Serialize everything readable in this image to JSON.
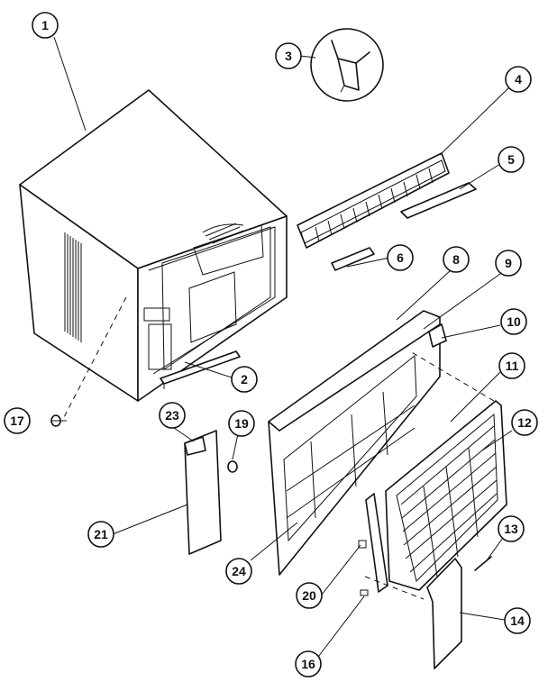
{
  "callouts": [
    {
      "id": "c1",
      "label": "1"
    },
    {
      "id": "c2",
      "label": "2"
    },
    {
      "id": "c3",
      "label": "3"
    },
    {
      "id": "c4",
      "label": "4"
    },
    {
      "id": "c5",
      "label": "5"
    },
    {
      "id": "c6",
      "label": "6"
    },
    {
      "id": "c8",
      "label": "8"
    },
    {
      "id": "c9",
      "label": "9"
    },
    {
      "id": "c10",
      "label": "10"
    },
    {
      "id": "c11",
      "label": "11"
    },
    {
      "id": "c12",
      "label": "12"
    },
    {
      "id": "c13",
      "label": "13"
    },
    {
      "id": "c14",
      "label": "14"
    },
    {
      "id": "c16",
      "label": "16"
    },
    {
      "id": "c17",
      "label": "17"
    },
    {
      "id": "c19",
      "label": "19"
    },
    {
      "id": "c20",
      "label": "20"
    },
    {
      "id": "c21",
      "label": "21"
    },
    {
      "id": "c23",
      "label": "23"
    },
    {
      "id": "c24",
      "label": "24"
    }
  ]
}
